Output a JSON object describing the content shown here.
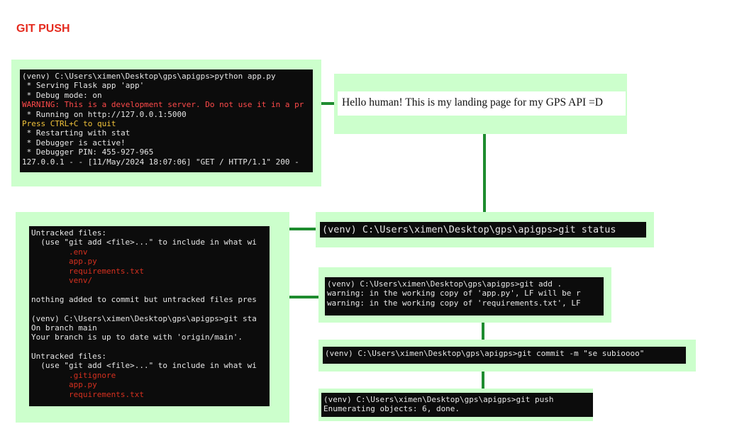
{
  "page_title": "GIT PUSH",
  "flask_terminal": {
    "lines": [
      {
        "text": "(venv) C:\\Users\\ximen\\Desktop\\gps\\apigps>python app.py",
        "style": "normal"
      },
      {
        "text": " * Serving Flask app 'app'",
        "style": "normal"
      },
      {
        "text": " * Debug mode: on",
        "style": "normal"
      },
      {
        "text": "WARNING: This is a development server. Do not use it in a pr",
        "style": "red"
      },
      {
        "text": " * Running on http://127.0.0.1:5000",
        "style": "normal"
      },
      {
        "text": "Press CTRL+C to quit",
        "style": "yellow"
      },
      {
        "text": " * Restarting with stat",
        "style": "normal"
      },
      {
        "text": " * Debugger is active!",
        "style": "normal"
      },
      {
        "text": " * Debugger PIN: 455-927-965",
        "style": "normal"
      },
      {
        "text": "127.0.0.1 - - [11/May/2024 18:07:06] \"GET / HTTP/1.1\" 200 -",
        "style": "normal"
      }
    ]
  },
  "landing_page": {
    "text": "Hello human! This is my landing page for my GPS API =D"
  },
  "status_terminal": {
    "lines": [
      {
        "text": "Untracked files:",
        "style": "normal"
      },
      {
        "text": "  (use \"git add <file>...\" to include in what wi",
        "style": "normal"
      },
      {
        "text": "        .env",
        "style": "dred"
      },
      {
        "text": "        app.py",
        "style": "dred"
      },
      {
        "text": "        requirements.txt",
        "style": "dred"
      },
      {
        "text": "        venv/",
        "style": "dred"
      },
      {
        "text": "",
        "style": "normal"
      },
      {
        "text": "nothing added to commit but untracked files pres",
        "style": "normal"
      },
      {
        "text": "",
        "style": "normal"
      },
      {
        "text": "(venv) C:\\Users\\ximen\\Desktop\\gps\\apigps>git sta",
        "style": "normal"
      },
      {
        "text": "On branch main",
        "style": "normal"
      },
      {
        "text": "Your branch is up to date with 'origin/main'.",
        "style": "normal"
      },
      {
        "text": "",
        "style": "normal"
      },
      {
        "text": "Untracked files:",
        "style": "normal"
      },
      {
        "text": "  (use \"git add <file>...\" to include in what wi",
        "style": "normal"
      },
      {
        "text": "        .gitignore",
        "style": "dred"
      },
      {
        "text": "        app.py",
        "style": "dred"
      },
      {
        "text": "        requirements.txt",
        "style": "dred"
      }
    ]
  },
  "git_status_cmd": {
    "lines": [
      {
        "text": "(venv) C:\\Users\\ximen\\Desktop\\gps\\apigps>git status",
        "style": "normal"
      }
    ]
  },
  "git_add_terminal": {
    "lines": [
      {
        "text": "(venv) C:\\Users\\ximen\\Desktop\\gps\\apigps>git add .",
        "style": "normal"
      },
      {
        "text": "warning: in the working copy of 'app.py', LF will be r",
        "style": "normal"
      },
      {
        "text": "warning: in the working copy of 'requirements.txt', LF",
        "style": "normal"
      }
    ]
  },
  "git_commit_terminal": {
    "lines": [
      {
        "text": "(venv) C:\\Users\\ximen\\Desktop\\gps\\apigps>git commit -m \"se subioooo\"",
        "style": "normal"
      }
    ]
  },
  "git_push_terminal": {
    "lines": [
      {
        "text": "(venv) C:\\Users\\ximen\\Desktop\\gps\\apigps>git push",
        "style": "normal"
      },
      {
        "text": "Enumerating objects: 6, done.",
        "style": "normal"
      }
    ]
  }
}
